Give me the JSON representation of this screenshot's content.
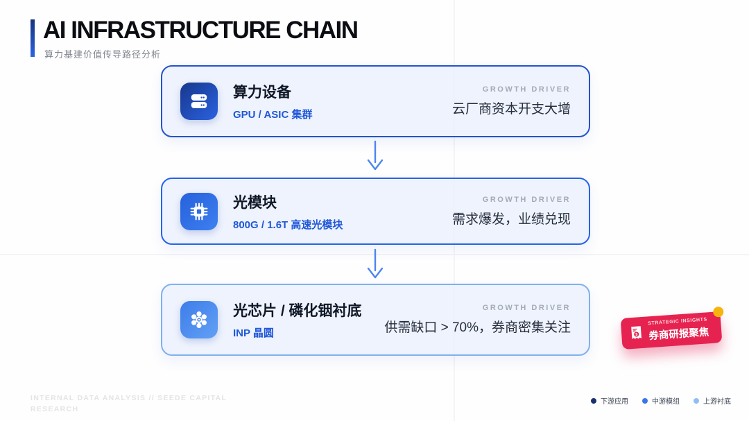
{
  "header": {
    "title": "AI INFRASTRUCTURE CHAIN",
    "subtitle": "算力基建价值传导路径分析",
    "accent_color": "#2458d0"
  },
  "chain": {
    "growth_driver_label": "GROWTH DRIVER",
    "cards": [
      {
        "icon": "server-icon",
        "title": "算力设备",
        "subtitle": "GPU / ASIC 集群",
        "driver": "云厂商资本开支大增",
        "accent": "#2453cb",
        "icon_color": "#1f4bb0"
      },
      {
        "icon": "chip-icon",
        "title": "光模块",
        "subtitle": "800G / 1.6T 高速光模块",
        "driver": "需求爆发，业绩兑现",
        "accent": "#2563eb",
        "icon_color": "#2f6be4"
      },
      {
        "icon": "atom-icon",
        "title": "光芯片 / 磷化铟衬底",
        "subtitle": "INP 晶圆",
        "driver": "供需缺口 > 70%，券商密集关注",
        "accent": "#7fb0ef",
        "icon_color": "#4784ec"
      }
    ]
  },
  "badge": {
    "tagline": "STRATEGIC INSIGHTS",
    "label": "券商研报聚焦",
    "bg_color": "#e62350",
    "dot_color": "#f6b40e"
  },
  "watermark": {
    "line1": "INTERNAL DATA ANALYSIS // SEEDE CAPITAL",
    "line2": "RESEARCH"
  },
  "legend": {
    "items": [
      {
        "label": "下游应用",
        "color": "#1a3070"
      },
      {
        "label": "中游模组",
        "color": "#3b76e8"
      },
      {
        "label": "上游衬底",
        "color": "#92bdf4"
      }
    ]
  }
}
